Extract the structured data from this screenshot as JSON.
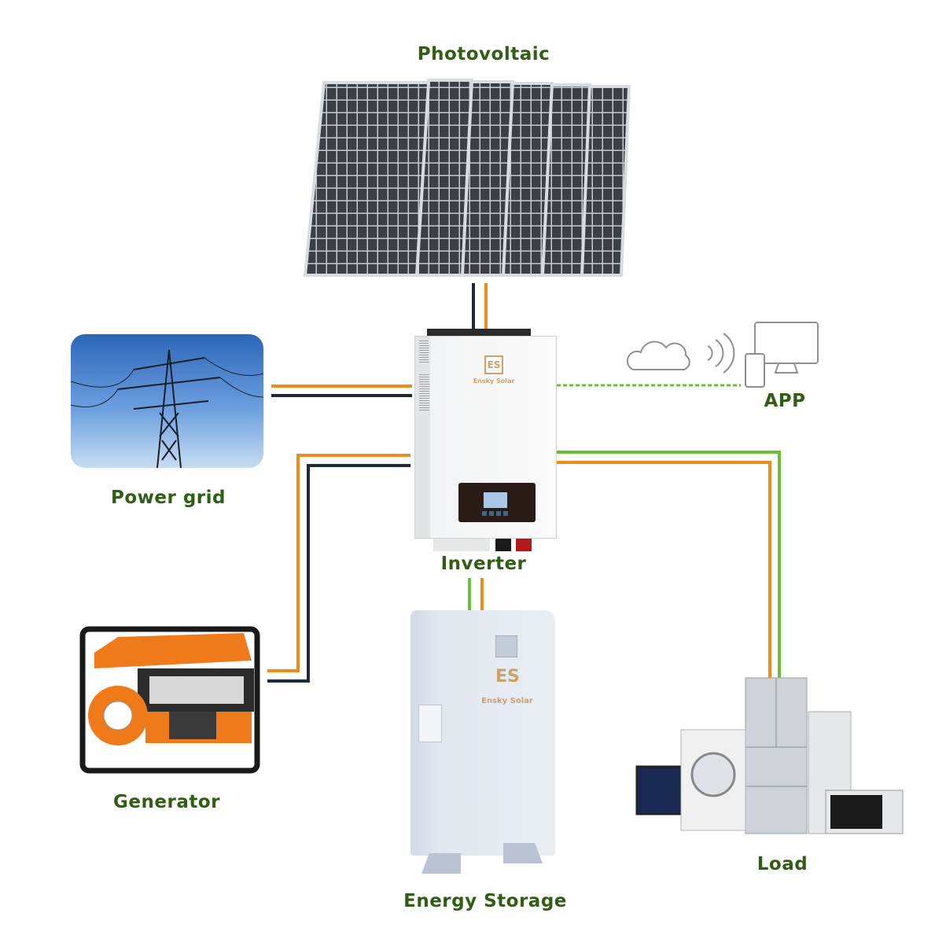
{
  "labels": {
    "photovoltaic": "Photovoltaic",
    "inverter": "Inverter",
    "power_grid": "Power grid",
    "generator": "Generator",
    "energy_storage": "Energy Storage",
    "load": "Load",
    "app": "APP"
  },
  "brand": {
    "logo_letters": "ES",
    "name": "Ensky Solar"
  },
  "colors": {
    "orange": "#f08a1c",
    "navy": "#1c2a3a",
    "green": "#6cbf3b",
    "label": "#2f5e14"
  }
}
